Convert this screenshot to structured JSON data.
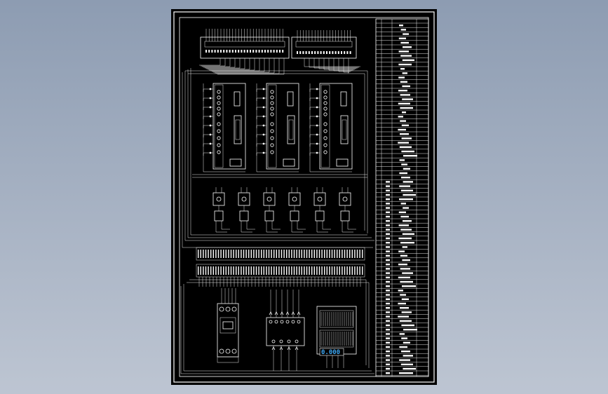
{
  "viewer": {
    "background_top": "#8d9cb2",
    "background_bottom": "#bdc5d2",
    "sheet_color": "#000000",
    "line_color": "#ffffff"
  },
  "drawing": {
    "meter_display": "0.000",
    "meter_display_color": "#3fa9f5",
    "servo_drive_count": 3,
    "contactor_count": 6,
    "terminal_strip_rows": 2
  }
}
